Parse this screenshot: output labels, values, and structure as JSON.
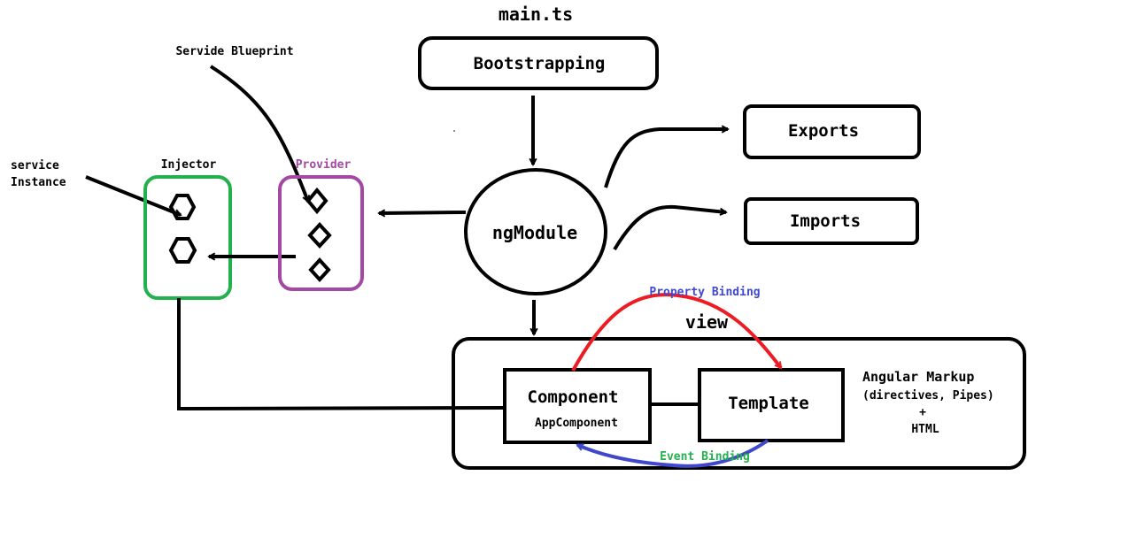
{
  "labels": {
    "main_ts": "main.ts",
    "bootstrapping": "Bootstrapping",
    "exports": "Exports",
    "imports": "Imports",
    "ngmodule": "ngModule",
    "servide_blueprint": "Servide Blueprint",
    "service_line1": "service",
    "service_line2": "Instance",
    "injector": "Injector",
    "provider": "Provider",
    "property_binding": "Property Binding",
    "view": "view",
    "component": "Component",
    "app_component": "AppComponent",
    "template": "Template",
    "angular_markup": "Angular Markup",
    "directives_pipes": "(directives, Pipes)",
    "plus": "+",
    "html": "HTML",
    "event_binding": "Event Binding"
  },
  "colors": {
    "injector": "#22b14c",
    "provider": "#a349a4",
    "property_binding_arrow": "#ed1c24",
    "property_binding_text": "#3f48cc",
    "event_binding_arrow": "#3f48cc",
    "event_binding_text": "#22b14c"
  }
}
